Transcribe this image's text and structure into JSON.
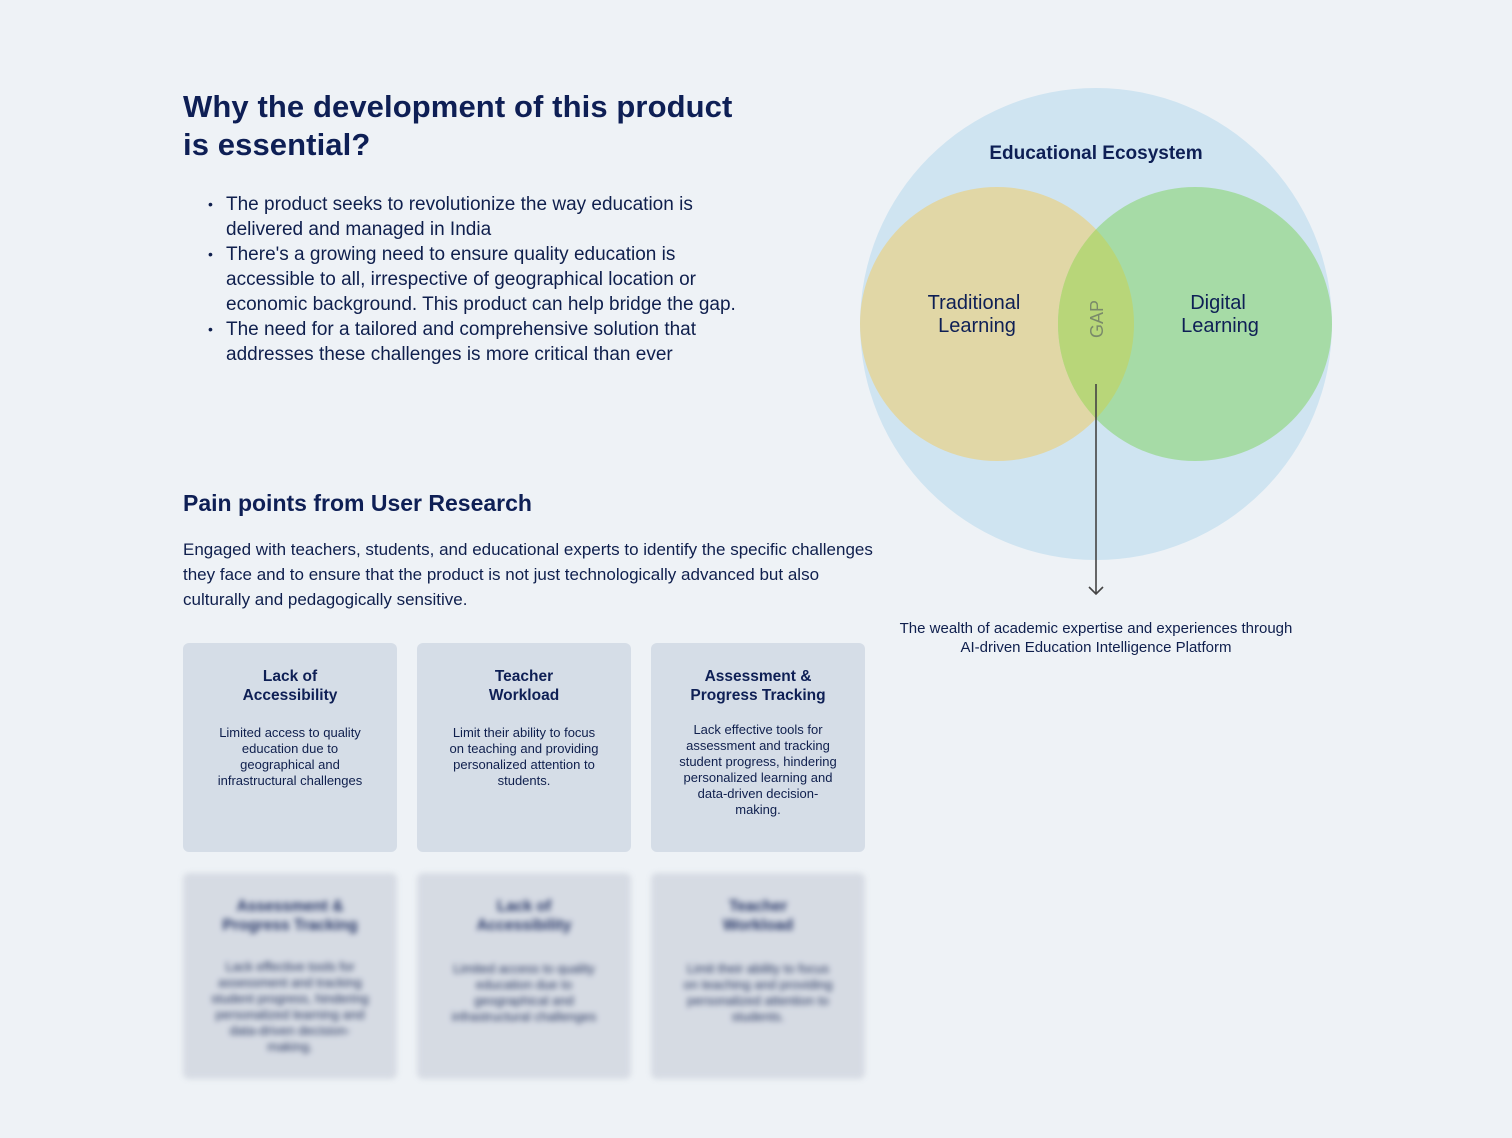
{
  "intro": {
    "title": "Why the development of this product is essential?",
    "bullets": [
      "The product seeks to revolutionize the way education is delivered and managed in India",
      "There's a growing need to ensure quality education is accessible to all, irrespective of geographical location or economic background. This product can help bridge the gap.",
      "The need for a tailored and comprehensive solution that addresses these challenges is more critical than ever"
    ]
  },
  "pain_points": {
    "title": "Pain points from User Research",
    "description": "Engaged with teachers, students, and educational experts to identify the specific challenges they face and to ensure that the product is not just technologically advanced but also culturally and pedagogically sensitive.",
    "cards": [
      {
        "title": "Lack of\nAccessibility",
        "body": "Limited access to quality education due to geographical and infrastructural challenges"
      },
      {
        "title": "Teacher\nWorkload",
        "body": "Limit their ability to focus on teaching and providing personalized attention to students."
      },
      {
        "title": "Assessment &\nProgress Tracking",
        "body": "Lack effective tools for assessment and tracking student progress, hindering personalized learning and data-driven decision-making."
      }
    ],
    "blurred_cards": [
      {
        "title": "Assessment &\nProgress Tracking",
        "body": "Lack effective tools for assessment and tracking student progress, hindering personalized learning and data-driven decision-making."
      },
      {
        "title": "Lack of\nAccessibility",
        "body": "Limited access to quality education due to geographical and infrastructural challenges"
      },
      {
        "title": "Teacher\nWorkload",
        "body": "Limit their ability to focus on teaching and providing personalized attention to students."
      }
    ]
  },
  "diagram": {
    "ecosystem_label": "Educational Ecosystem",
    "traditional_line1": "Traditional",
    "traditional_line2": "Learning",
    "digital_line1": "Digital",
    "digital_line2": "Learning",
    "gap_label": "GAP",
    "caption": "The wealth of academic expertise and experiences through AI-driven Education Intelligence Platform",
    "colors": {
      "ecosystem": "#cfe4f1",
      "traditional": "#e1d7a6",
      "digital": "#a6dba6",
      "overlap": "#b8d679",
      "arrow": "#444444",
      "text": "#0e1f55",
      "gap_text": "#7a8a6a"
    }
  }
}
